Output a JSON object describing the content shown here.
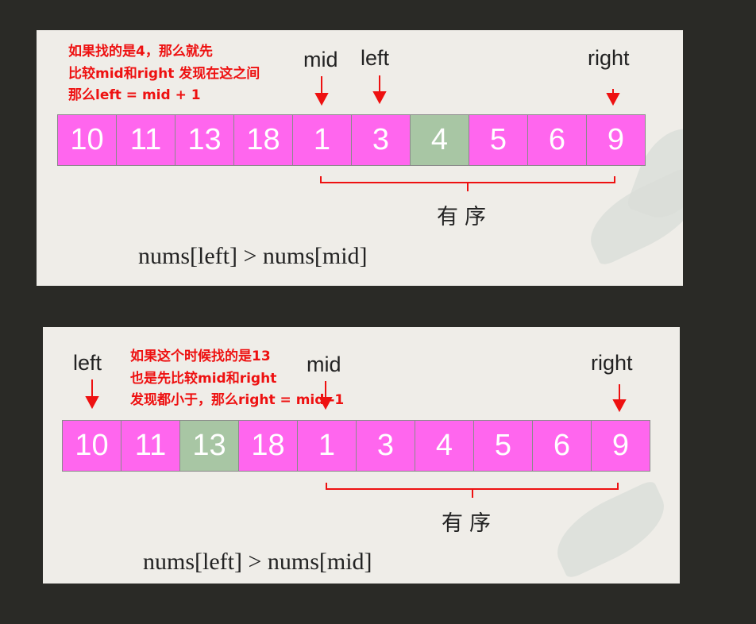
{
  "diagrams": [
    {
      "note_lines": [
        "如果找的是4，那么就先",
        "比较mid和right 发现在这之间",
        "那么left = mid + 1"
      ],
      "pointers": {
        "mid": "mid",
        "left": "left",
        "right": "right"
      },
      "cells": [
        "10",
        "11",
        "13",
        "18",
        "1",
        "3",
        "4",
        "5",
        "6",
        "9"
      ],
      "highlight_index": 6,
      "bracket_label": "有序",
      "formula": "nums[left] > nums[mid]"
    },
    {
      "note_lines": [
        "如果这个时候找的是13",
        "也是先比较mid和right",
        "发现都小于，那么right = mid -1"
      ],
      "pointers": {
        "mid": "mid",
        "left": "left",
        "right": "right"
      },
      "cells": [
        "10",
        "11",
        "13",
        "18",
        "1",
        "3",
        "4",
        "5",
        "6",
        "9"
      ],
      "highlight_index": 2,
      "bracket_label": "有序",
      "formula": "nums[left] > nums[mid]"
    }
  ],
  "colors": {
    "cell": "#ff66ee",
    "cell_highlight": "#a8c6a4",
    "arrow": "#ee1111",
    "note": "#ee1111",
    "page_background": "#2a2a26",
    "panel_background": "#efede8"
  }
}
